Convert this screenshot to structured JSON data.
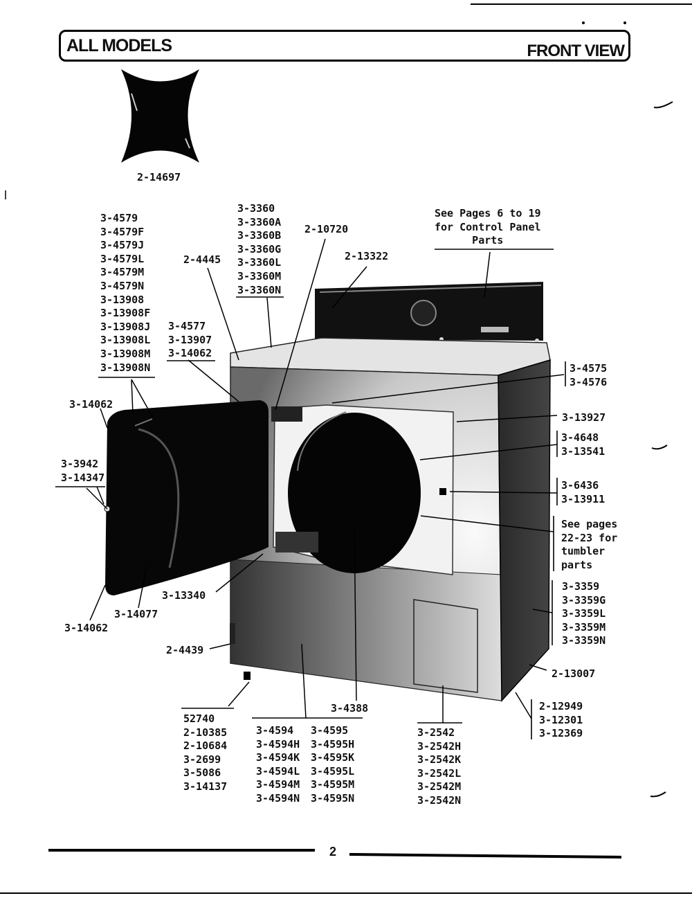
{
  "header": {
    "left_title": "ALL MODELS",
    "right_title": "FRONT VIEW"
  },
  "footer": {
    "page_number": "2"
  },
  "labels": {
    "pad_part": "2-14697",
    "door_seal_list": "3-4579\n3-4579F\n3-4579J\n3-4579L\n3-4579M\n3-4579N\n3-13908\n3-13908F\n3-13908J\n3-13908L\n3-13908M\n3-13908N",
    "top_list": "3-3360\n3-3360A\n3-3360B\n3-3360G\n3-3360L\n3-3360M\n3-3360N",
    "p_2_10720": "2-10720",
    "p_2_4445": "2-4445",
    "p_2_13322": "2-13322",
    "control_panel_note": "See Pages 6 to 19\nfor Control Panel\n      Parts",
    "hinge_list": "3-4577\n3-13907\n3-14062",
    "side_4575": "3-4575\n3-4576",
    "p_3_14062_top": "3-14062",
    "p_3_13927": "3-13927",
    "side_4648": "3-4648\n3-13541",
    "door_latch": "3-3942\n3-14347",
    "side_6436": "3-6436\n3-13911",
    "tumbler_note": "See pages\n22-23 for\ntumbler\nparts",
    "p_3_13340": "3-13340",
    "side_3359": "3-3359\n3-3359G\n3-3359L\n3-3359M\n3-3359N",
    "p_3_14077": "3-14077",
    "p_3_14062_bottom": "3-14062",
    "p_2_4439": "2-4439",
    "p_2_13007": "2-13007",
    "p_3_4388": "3-4388",
    "leg_list": "52740\n2-10385\n2-10684\n3-2699\n3-5086\n3-14137",
    "panel_list_a": "3-4594\n3-4594H\n3-4594K\n3-4594L\n3-4594M\n3-4594N",
    "panel_list_b": "3-4595\n3-4595H\n3-4595K\n3-4595L\n3-4595M\n3-4595N",
    "access_list": "3-2542\n3-2542H\n3-2542K\n3-2542L\n3-2542M\n3-2542N",
    "side_12949": "2-12949\n3-12301\n3-12369"
  }
}
